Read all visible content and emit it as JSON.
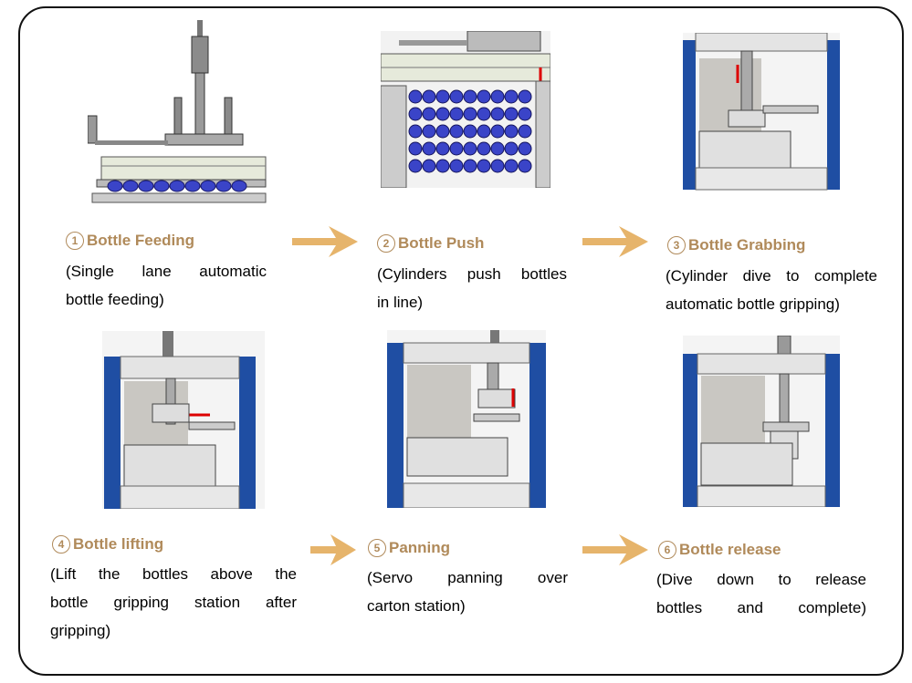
{
  "colors": {
    "accent": "#b08a5a",
    "arrow": "#e6b46b",
    "frame_blue": "#1f4ea3",
    "bottle": "#3a44c8",
    "panel_gray": "#c9c7c2"
  },
  "steps": [
    {
      "num": "1",
      "title": "Bottle Feeding",
      "desc_lines": [
        "(Single lane automatic",
        "bottle feeding)"
      ]
    },
    {
      "num": "2",
      "title": "Bottle Push",
      "desc_lines": [
        "(Cylinders push bottles",
        "in line)"
      ]
    },
    {
      "num": "3",
      "title": "Bottle Grabbing",
      "desc_lines": [
        "(Cylinder dive to complete",
        "automatic bottle gripping)"
      ]
    },
    {
      "num": "4",
      "title": "Bottle lifting",
      "desc_lines": [
        "(Lift the bottles above the",
        "bottle gripping station after",
        "gripping)"
      ]
    },
    {
      "num": "5",
      "title": "Panning",
      "desc_lines": [
        "(Servo panning over",
        "carton station)"
      ]
    },
    {
      "num": "6",
      "title": "Bottle release",
      "desc_lines": [
        "(Dive down to release",
        "bottles and complete)"
      ]
    }
  ]
}
